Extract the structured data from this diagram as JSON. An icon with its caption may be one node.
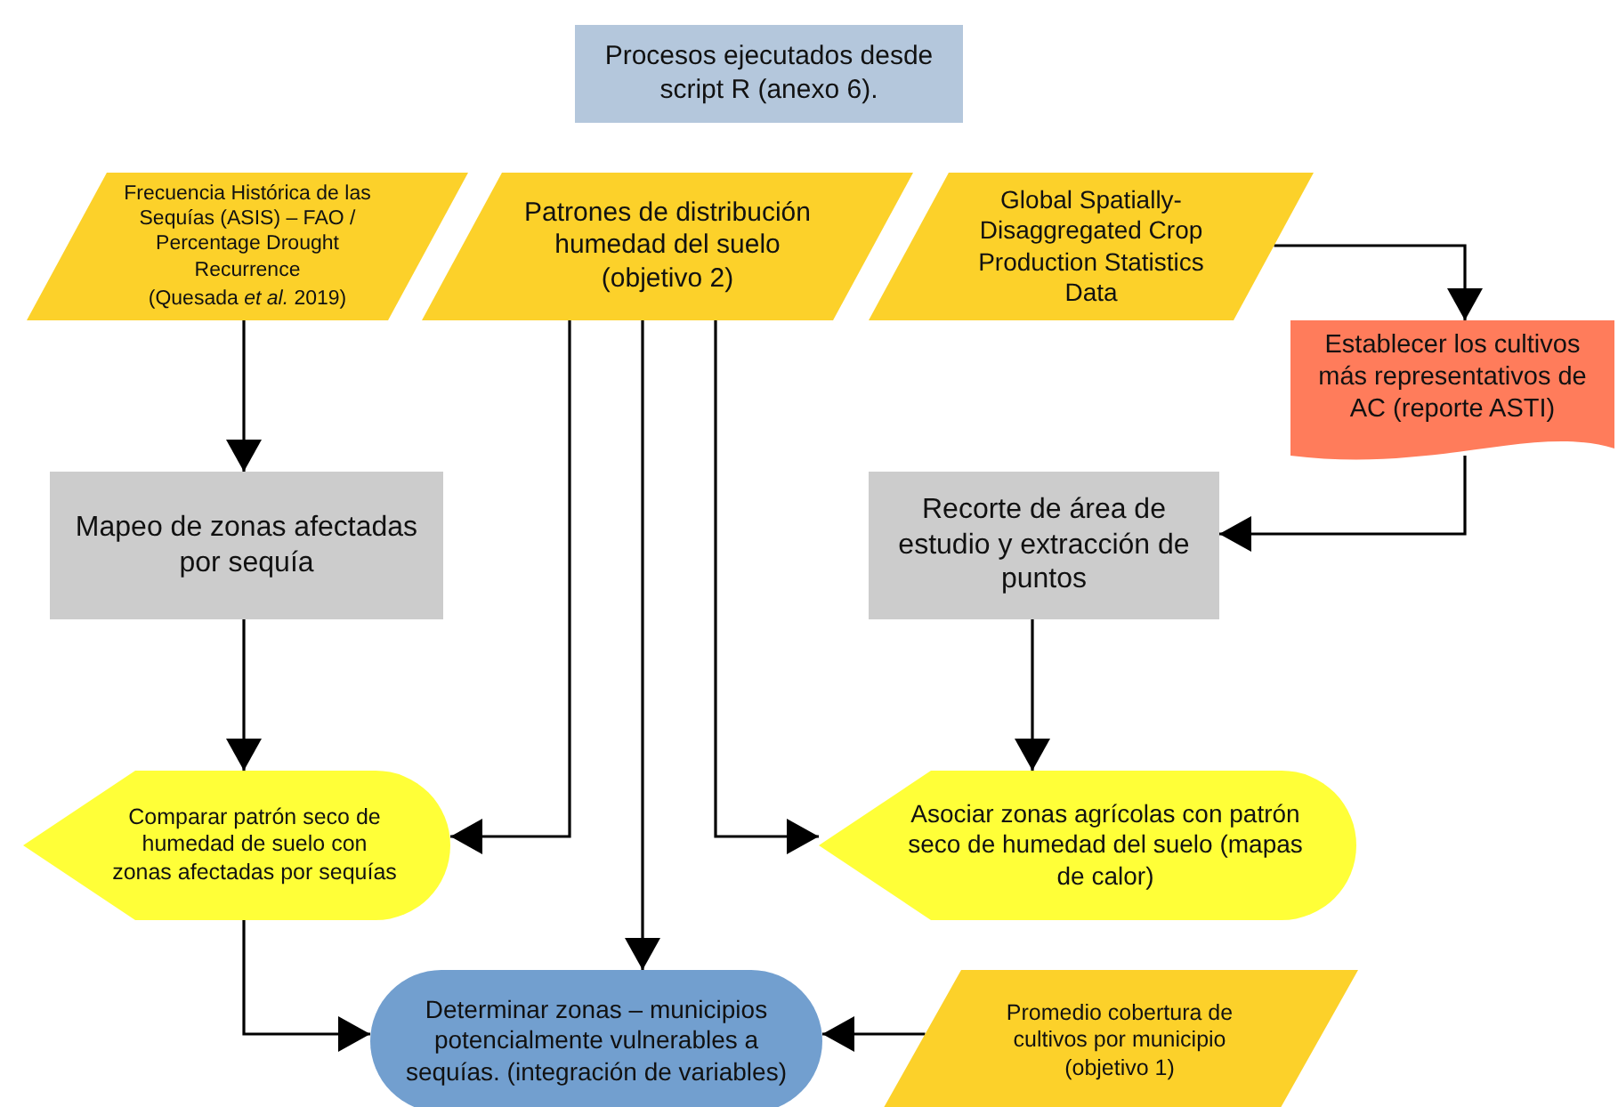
{
  "diagram": {
    "nodes": [
      {
        "text": [
          "Procesos ejecutados desde script R (anexo 6)."
        ]
      },
      {
        "text": [
          "Frecuencia Histórica de las Sequías (ASIS) – FAO / Percentage Drought Recurrence",
          "(Quesada *et al.* 2019)"
        ]
      },
      {
        "text": [
          "Patrones de distribución humedad del suelo (objetivo 2)"
        ]
      },
      {
        "text": [
          "Global Spatially-Disaggregated Crop Production Statistics Data"
        ]
      },
      {
        "text": [
          "Establecer los cultivos más representativos de AC (reporte ASTI)"
        ]
      },
      {
        "text": [
          "Mapeo de zonas afectadas por sequía"
        ]
      },
      {
        "text": [
          "Recorte de área de estudio y extracción de puntos"
        ]
      },
      {
        "text": [
          "Comparar patrón seco de humedad de suelo con zonas afectadas por sequías"
        ]
      },
      {
        "text": [
          "Asociar zonas agrícolas con patrón seco de humedad del suelo (mapas de calor)"
        ]
      },
      {
        "text": [
          "Determinar zonas – municipios potencialmente vulnerables a sequías. (integración de variables)"
        ]
      },
      {
        "text": [
          "Promedio cobertura de cultivos por municipio (objetivo 1)"
        ]
      }
    ],
    "edges": [
      {
        "from": 1,
        "to": 5,
        "arrow": "to"
      },
      {
        "from": 2,
        "to": 7,
        "arrow": "to"
      },
      {
        "from": 2,
        "to": 9,
        "arrow": "to"
      },
      {
        "from": 2,
        "to": 8,
        "arrow": "to"
      },
      {
        "from": 3,
        "to": 4,
        "arrow": "to"
      },
      {
        "from": 4,
        "to": 6,
        "arrow": "to"
      },
      {
        "from": 5,
        "to": 7,
        "arrow": "to"
      },
      {
        "from": 6,
        "to": 8,
        "arrow": "to"
      },
      {
        "from": 7,
        "to": 9,
        "arrow": "to"
      },
      {
        "from": 10,
        "to": 9,
        "arrow": "to"
      }
    ]
  }
}
